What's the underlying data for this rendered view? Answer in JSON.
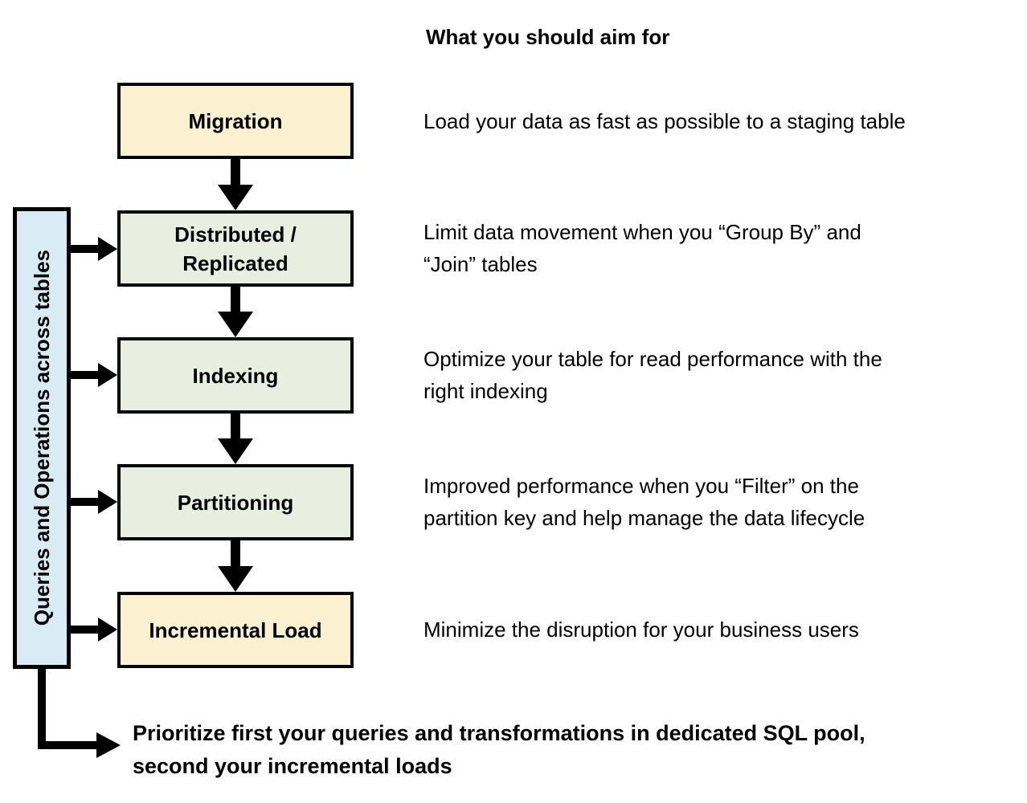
{
  "title": "What you should aim for",
  "sidebar": {
    "label": "Queries and Operations across tables"
  },
  "flow": {
    "steps": [
      {
        "label": "Migration",
        "desc": "Load your data as fast as possible to a staging table"
      },
      {
        "label": "Distributed / Replicated",
        "desc": "Limit data movement when you “Group By” and\n“Join” tables"
      },
      {
        "label": "Indexing",
        "desc": "Optimize your table for read performance with the\nright indexing"
      },
      {
        "label": "Partitioning",
        "desc": "Improved performance when you “Filter” on the\npartition key and help manage the data lifecycle"
      },
      {
        "label": "Incremental Load",
        "desc": "Minimize the disruption for your business users"
      }
    ]
  },
  "footer_note": "Prioritize first your queries and transformations in dedicated SQL pool,\nsecond your incremental loads",
  "colors": {
    "migration_fill": "#fbf0d0",
    "middle_steps_fill": "#e9efe0",
    "sidebar_fill": "#d9ecf5",
    "border": "#000000",
    "arrow": "#000000",
    "text": "#000000",
    "background": "#ffffff"
  }
}
